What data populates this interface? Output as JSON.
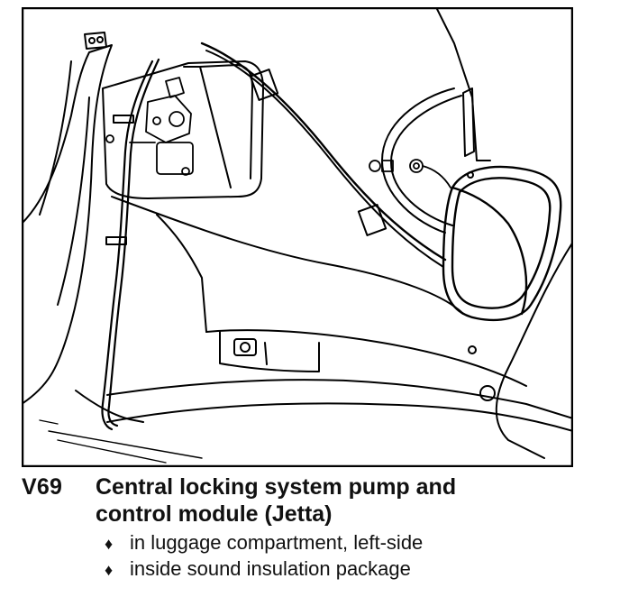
{
  "caption": {
    "code": "V69",
    "title_line1": "Central locking system pump and",
    "title_line2": "control module (Jetta)",
    "bullet_symbol": "♦",
    "bullets": [
      "in luggage compartment, left-side",
      "inside sound insulation package"
    ]
  },
  "figure": {
    "icon": "luggage-compartment-line-drawing",
    "line_color": "#000000",
    "background": "#ffffff"
  }
}
